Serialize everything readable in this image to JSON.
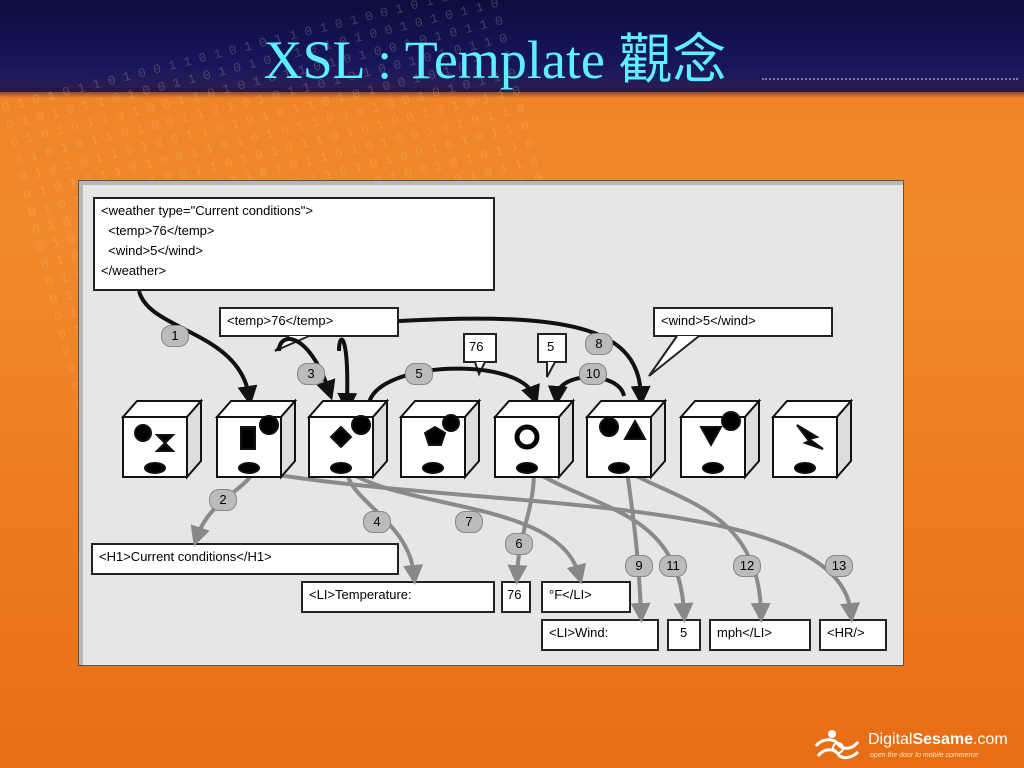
{
  "slide": {
    "title": "XSL : Template 觀念",
    "binary_text": "0 1 0 1 0 1 1 0 1 0 0 1 1 0 1 0 1 0 1 1 0 1 0 1 0 0 1 0 1 0 1 1 0"
  },
  "diagram": {
    "xml_source": "<weather type=\"Current conditions\">\n  <temp>76</temp>\n  <wind>5</wind>\n</weather>",
    "temp_node": "<temp>76</temp>",
    "wind_node": "<wind>5</wind>",
    "value_76": "76",
    "value_5": "5",
    "steps": [
      "1",
      "2",
      "3",
      "4",
      "5",
      "6",
      "7",
      "8",
      "9",
      "10",
      "11",
      "12",
      "13"
    ],
    "outputs": {
      "h1": "<H1>Current conditions</H1>",
      "li_temp": "<LI>Temperature:",
      "temp_val": "76",
      "degf": "°F</LI>",
      "li_wind": "<LI>Wind:",
      "wind_val": "5",
      "mph": "mph</LI>",
      "hr": "<HR/>"
    }
  },
  "footer": {
    "brand_light": "Digital",
    "brand_bold": "Sesame",
    "brand_suffix": ".com",
    "tagline": "open the door to mobile commerce"
  }
}
